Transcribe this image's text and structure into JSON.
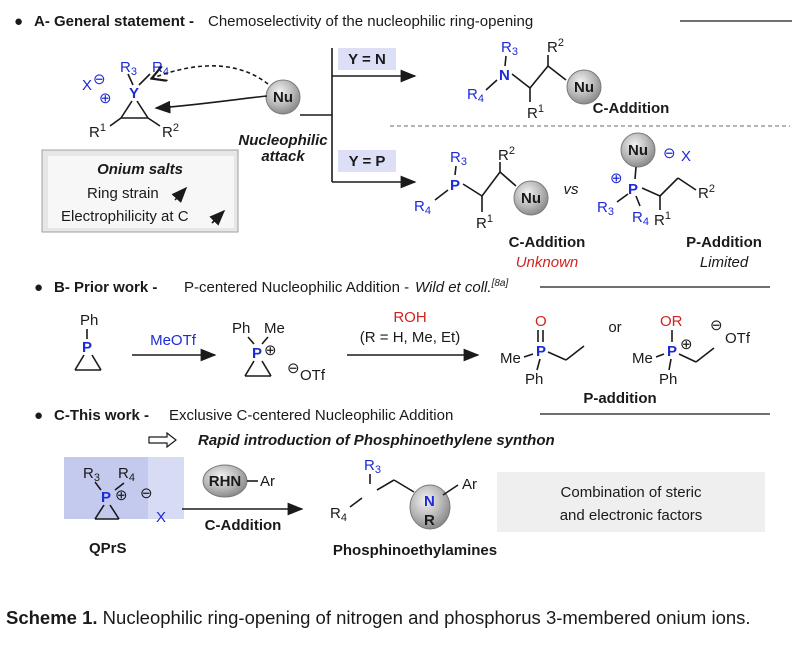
{
  "sectionA": {
    "bullet": "●",
    "heading": "A- General statement -",
    "text": "Chemoselectivity of the nucleophilic ring-opening",
    "onium": {
      "counterion": "X",
      "charge_minus": "⊖",
      "charge_plus": "⊕",
      "center": "Y",
      "r3": "R",
      "r3_sub": "3",
      "r4": "R",
      "r4_sub": "4",
      "r1": "R",
      "r1_sup": "1",
      "r2": "R",
      "r2_sup": "2"
    },
    "nucleophile": "Nu",
    "attack_label": "Nucleophilic\nattack",
    "box": {
      "title": "Onium salts",
      "line1": "Ring strain",
      "line2": "Electrophilicity at C"
    },
    "y_n": "Y = N",
    "y_p": "Y = P",
    "n_product_label": "C-Addition",
    "p_c_label": "C-Addition",
    "p_c_status": "Unknown",
    "vs": "vs",
    "p_p_label": "P-Addition",
    "p_p_status": "Limited"
  },
  "sectionB": {
    "heading": "B- Prior work -",
    "text": "P-centered Nucleophilic Addition -",
    "ref_text": "Wild et coll.",
    "ref_sup": "[8a]",
    "reagent1": "MeOTf",
    "reagent2": "ROH",
    "reagent2_detail": "(R = H, Me, Et)",
    "or": "or",
    "label": "P-addition",
    "otf": "OTf",
    "ph": "Ph",
    "me": "Me",
    "o": "O",
    "or_group": "OR",
    "p": "P"
  },
  "sectionC": {
    "heading": "C-This work -",
    "text": "Exclusive C-centered Nucleophilic Addition",
    "subtitle": "Rapid introduction of Phosphinoethylene synthon",
    "reagent": "RHN",
    "ar": "Ar",
    "arrow_label": "C-Addition",
    "start_label": "QPrS",
    "product_label": "Phosphinoethylamines",
    "box_line1": "Combination of steric",
    "box_line2": "and electronic factors",
    "n": "N",
    "r": "R"
  },
  "caption": {
    "bold": "Scheme 1.",
    "text": "Nucleophilic ring-opening of nitrogen and phosphorus 3-membered onium ions."
  }
}
